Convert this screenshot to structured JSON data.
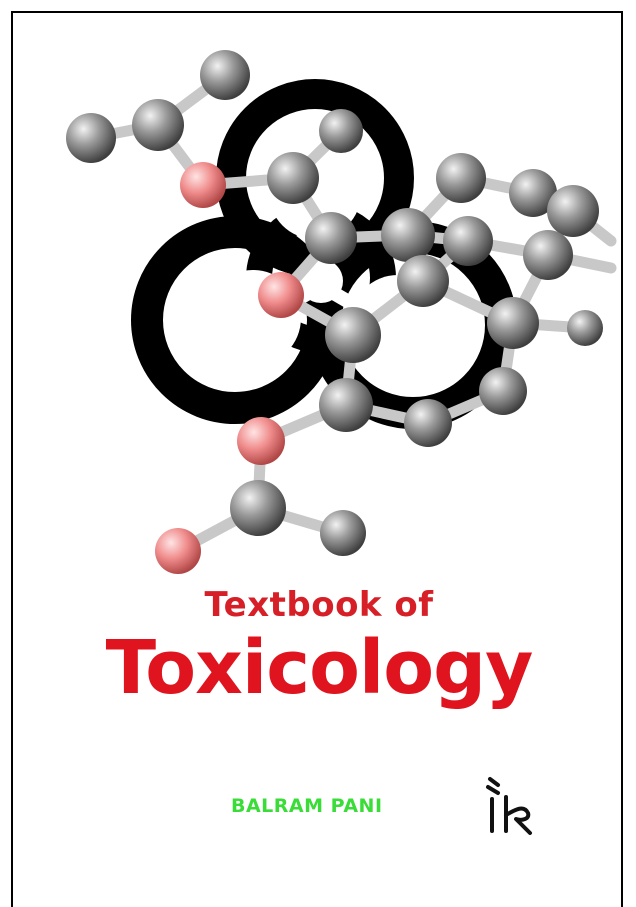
{
  "book": {
    "subtitle": "Textbook of",
    "title": "Toxicology",
    "author": "BALRAM PANI"
  },
  "colors": {
    "title_red": "#e0141e",
    "subtitle_red": "#d61f26",
    "author_green": "#3adc38",
    "hazard_black": "#000000",
    "atom_gray": "#8a8a8a",
    "atom_pink": "#f08c8c"
  },
  "icons": {
    "cover_art": "molecule-over-biohazard",
    "publisher_logo": "ik-logo"
  }
}
